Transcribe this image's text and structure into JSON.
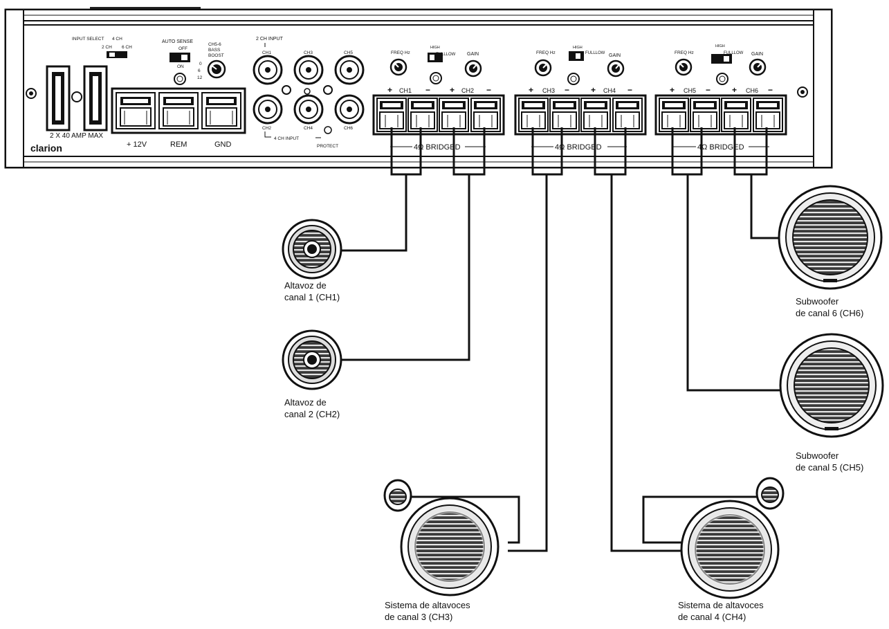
{
  "amp": {
    "fuse_label": "2 X 40 AMP MAX",
    "brand": "clarion",
    "input_select": "INPUT SELECT",
    "sel_4ch": "4 CH",
    "sel_2ch": "2 CH",
    "sel_6ch": "6 CH",
    "auto_sense": "AUTO SENSE",
    "auto_off": "OFF",
    "auto_on": "ON",
    "bass_label_1": "CH5-6",
    "bass_label_2": "BASS",
    "bass_label_3": "BOOST",
    "boost_0": "0",
    "boost_6": "6",
    "boost_12": "12",
    "input_2ch": "2 CH INPUT",
    "input_4ch": "4 CH INPUT",
    "protect": "PROTECT",
    "power_terminals": [
      "+ 12V",
      "REM",
      "GND"
    ],
    "rca_top": [
      "CH1",
      "CH3",
      "CH5"
    ],
    "rca_bottom": [
      "CH2",
      "CH4",
      "CH6"
    ],
    "freq": "FREQ Hz",
    "high": "HIGH",
    "full": "FULL",
    "low": "LOW",
    "gain": "GAIN",
    "channels": [
      "CH1",
      "CH2",
      "CH3",
      "CH4",
      "CH5",
      "CH6"
    ],
    "bridged": "4Ω BRIDGED"
  },
  "speakers": {
    "ch1": {
      "line1": "Altavoz de",
      "line2": "canal 1 (CH1)"
    },
    "ch2": {
      "line1": "Altavoz de",
      "line2": "canal 2 (CH2)"
    },
    "ch3": {
      "line1": "Sistema de altavoces",
      "line2": "de canal 3 (CH3)"
    },
    "ch4": {
      "line1": "Sistema de altavoces",
      "line2": "de canal 4 (CH4)"
    },
    "ch5": {
      "line1": "Subwoofer",
      "line2": "de canal 5 (CH5)"
    },
    "ch6": {
      "line1": "Subwoofer",
      "line2": "de canal 6 (CH6)"
    }
  }
}
